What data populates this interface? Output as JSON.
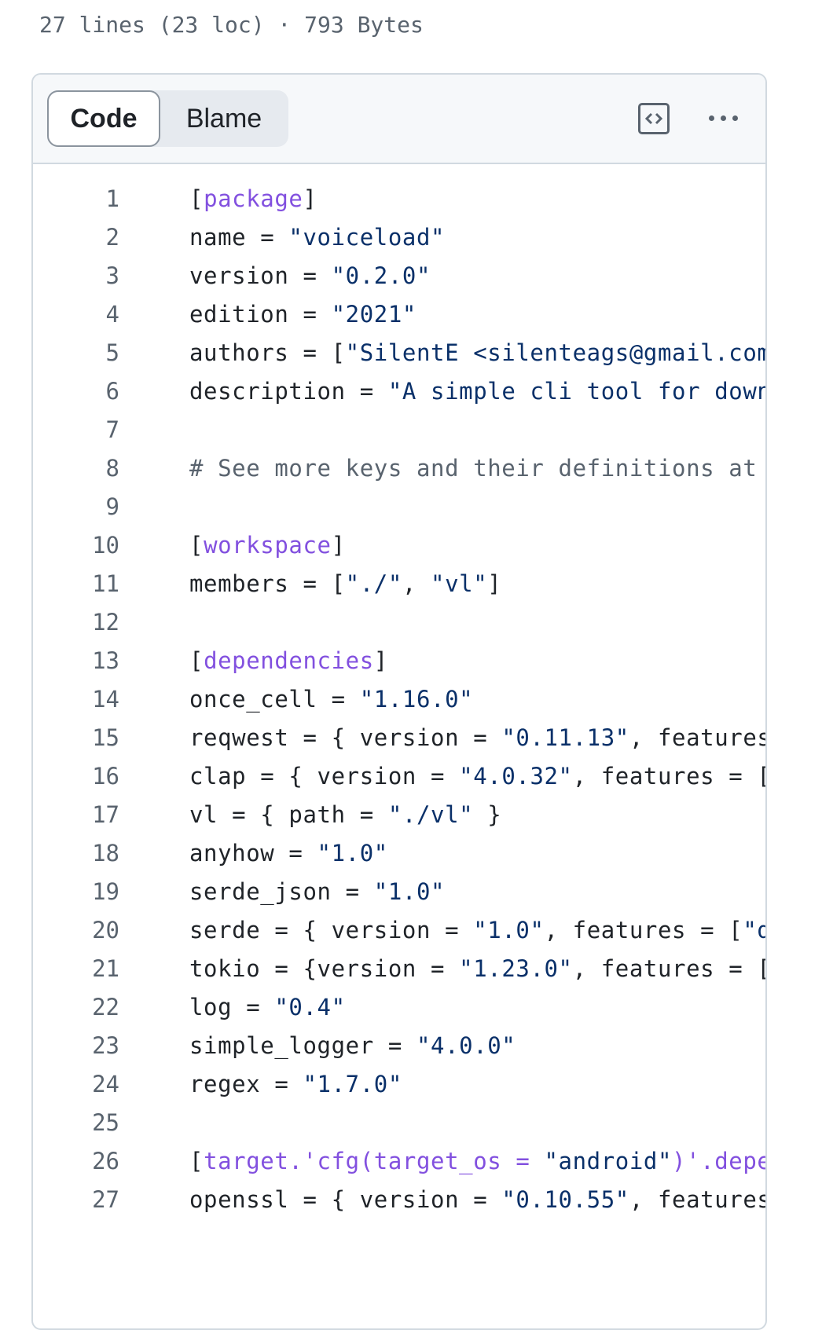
{
  "file": {
    "meta": "27 lines (23 loc) · 793 Bytes"
  },
  "toolbar": {
    "tabs": [
      {
        "label": "Code",
        "active": true
      },
      {
        "label": "Blame",
        "active": false
      }
    ],
    "raw_icon": "code-square-icon",
    "more_icon": "kebab-horizontal-icon"
  },
  "colors": {
    "section": "#8250df",
    "string": "#0a3069",
    "comment": "#59636e",
    "text": "#1f2328"
  },
  "code": {
    "lines": [
      {
        "n": "1",
        "tokens": [
          [
            "p",
            "["
          ],
          [
            "s",
            "package"
          ],
          [
            "p",
            "]"
          ]
        ]
      },
      {
        "n": "2",
        "tokens": [
          [
            "p",
            "name = "
          ],
          [
            "q",
            "\"voiceload\""
          ]
        ]
      },
      {
        "n": "3",
        "tokens": [
          [
            "p",
            "version = "
          ],
          [
            "q",
            "\"0.2.0\""
          ]
        ]
      },
      {
        "n": "4",
        "tokens": [
          [
            "p",
            "edition = "
          ],
          [
            "q",
            "\"2021\""
          ]
        ]
      },
      {
        "n": "5",
        "tokens": [
          [
            "p",
            "authors = ["
          ],
          [
            "q",
            "\"SilentE <silenteags@gmail.com>"
          ]
        ]
      },
      {
        "n": "6",
        "tokens": [
          [
            "p",
            "description = "
          ],
          [
            "q",
            "\"A simple cli tool for downl"
          ]
        ]
      },
      {
        "n": "7",
        "tokens": []
      },
      {
        "n": "8",
        "tokens": [
          [
            "c",
            "# See more keys and their definitions at h"
          ]
        ]
      },
      {
        "n": "9",
        "tokens": []
      },
      {
        "n": "10",
        "tokens": [
          [
            "p",
            "["
          ],
          [
            "s",
            "workspace"
          ],
          [
            "p",
            "]"
          ]
        ]
      },
      {
        "n": "11",
        "tokens": [
          [
            "p",
            "members = ["
          ],
          [
            "q",
            "\"./\""
          ],
          [
            "p",
            ", "
          ],
          [
            "q",
            "\"vl\""
          ],
          [
            "p",
            "]"
          ]
        ]
      },
      {
        "n": "12",
        "tokens": []
      },
      {
        "n": "13",
        "tokens": [
          [
            "p",
            "["
          ],
          [
            "s",
            "dependencies"
          ],
          [
            "p",
            "]"
          ]
        ]
      },
      {
        "n": "14",
        "tokens": [
          [
            "p",
            "once_cell = "
          ],
          [
            "q",
            "\"1.16.0\""
          ]
        ]
      },
      {
        "n": "15",
        "tokens": [
          [
            "p",
            "reqwest = { version = "
          ],
          [
            "q",
            "\"0.11.13\""
          ],
          [
            "p",
            ", features"
          ]
        ]
      },
      {
        "n": "16",
        "tokens": [
          [
            "p",
            "clap = { version = "
          ],
          [
            "q",
            "\"4.0.32\""
          ],
          [
            "p",
            ", features = ["
          ],
          [
            "q",
            "'"
          ]
        ]
      },
      {
        "n": "17",
        "tokens": [
          [
            "p",
            "vl = { path = "
          ],
          [
            "q",
            "\"./vl\""
          ],
          [
            "p",
            " }"
          ]
        ]
      },
      {
        "n": "18",
        "tokens": [
          [
            "p",
            "anyhow = "
          ],
          [
            "q",
            "\"1.0\""
          ]
        ]
      },
      {
        "n": "19",
        "tokens": [
          [
            "p",
            "serde_json = "
          ],
          [
            "q",
            "\"1.0\""
          ]
        ]
      },
      {
        "n": "20",
        "tokens": [
          [
            "p",
            "serde = { version = "
          ],
          [
            "q",
            "\"1.0\""
          ],
          [
            "p",
            ", features = ["
          ],
          [
            "q",
            "\"de"
          ]
        ]
      },
      {
        "n": "21",
        "tokens": [
          [
            "p",
            "tokio = {version = "
          ],
          [
            "q",
            "\"1.23.0\""
          ],
          [
            "p",
            ", features = ["
          ],
          [
            "q",
            "'"
          ]
        ]
      },
      {
        "n": "22",
        "tokens": [
          [
            "p",
            "log = "
          ],
          [
            "q",
            "\"0.4\""
          ]
        ]
      },
      {
        "n": "23",
        "tokens": [
          [
            "p",
            "simple_logger = "
          ],
          [
            "q",
            "\"4.0.0\""
          ]
        ]
      },
      {
        "n": "24",
        "tokens": [
          [
            "p",
            "regex = "
          ],
          [
            "q",
            "\"1.7.0\""
          ]
        ]
      },
      {
        "n": "25",
        "tokens": []
      },
      {
        "n": "26",
        "tokens": [
          [
            "p",
            "["
          ],
          [
            "s",
            "target."
          ],
          [
            "s",
            "'cfg(target_os = "
          ],
          [
            "q",
            "\"android\""
          ],
          [
            "s",
            ")'.deper"
          ]
        ]
      },
      {
        "n": "27",
        "tokens": [
          [
            "p",
            "openssl = { version = "
          ],
          [
            "q",
            "\"0.10.55\""
          ],
          [
            "p",
            ", features"
          ]
        ]
      }
    ]
  }
}
